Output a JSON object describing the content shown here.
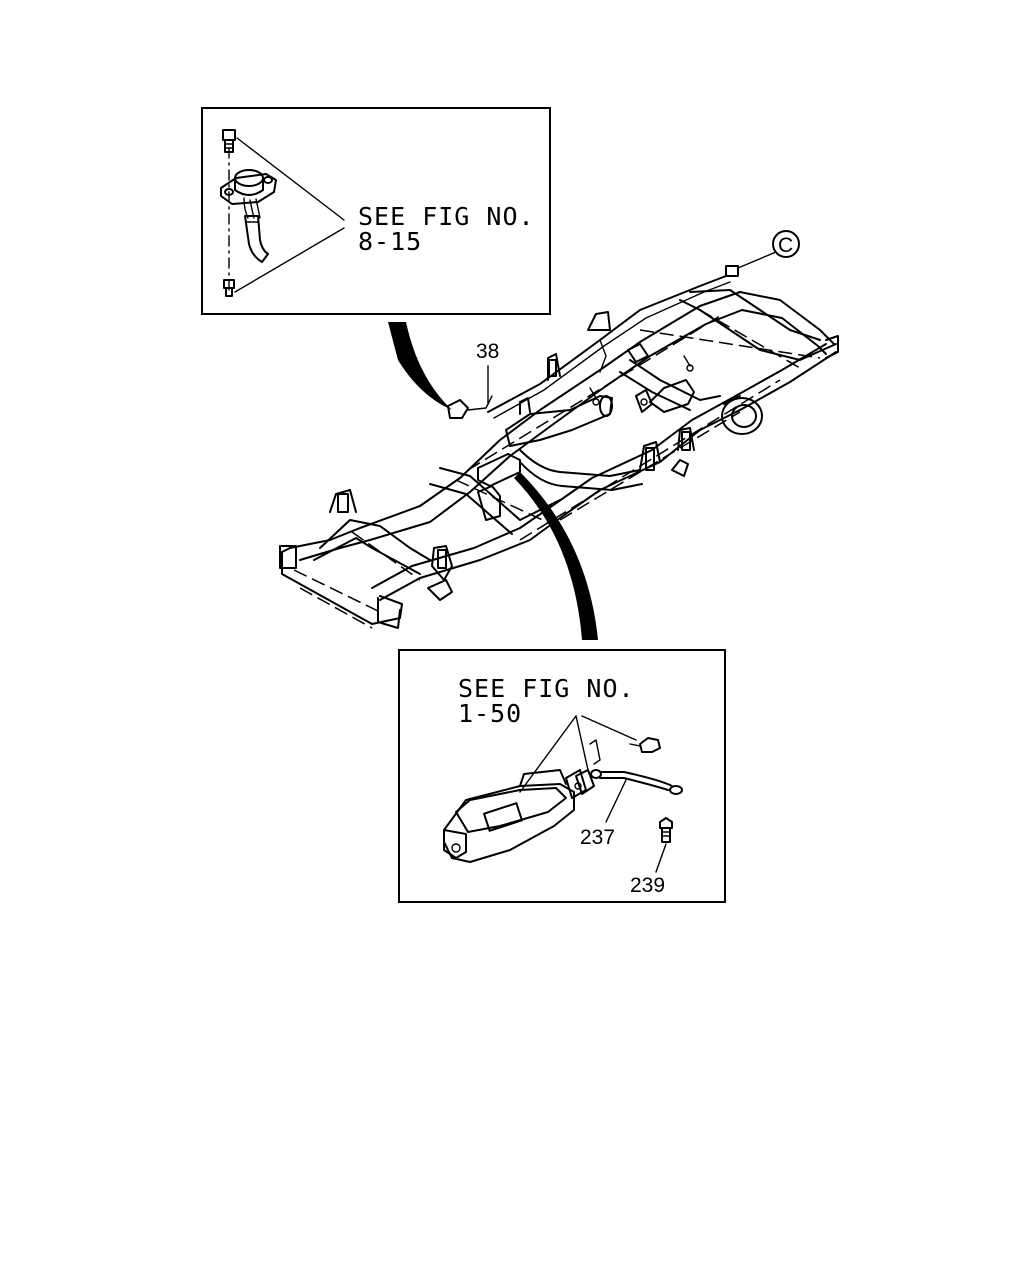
{
  "diagram": {
    "inset_top": {
      "ref_line1": "SEE FIG NO.",
      "ref_line2": "8-15"
    },
    "inset_bottom": {
      "ref_line1": "SEE FIG NO.",
      "ref_line2": "1-50"
    },
    "callouts": {
      "part_38": "38",
      "part_237": "237",
      "part_239": "239",
      "marker_c": "C"
    }
  }
}
